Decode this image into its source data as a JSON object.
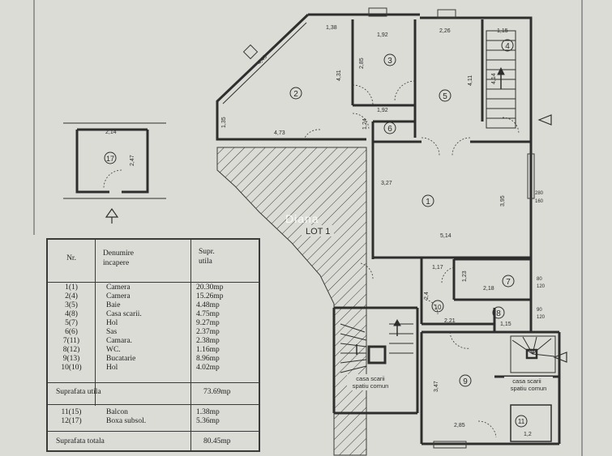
{
  "watermark": "Diana",
  "lot_label": "LOT 1",
  "rooms": {
    "r1": "1",
    "r2": "2",
    "r3": "3",
    "r4": "4",
    "r5": "5",
    "r6": "6",
    "r7": "7",
    "r8": "8",
    "r9": "9",
    "r10": "10",
    "r11": "11",
    "r17": "17"
  },
  "dimensions": {
    "d1_38": "1,38",
    "d1_92a": "1,92",
    "d2_26": "2,26",
    "d1_15a": "1,15",
    "d4_49": "4,49",
    "d4_31": "4,31",
    "d2_85a": "2,85",
    "d4_11": "4,11",
    "d4_14": "4,14",
    "d1_92b": "1,92",
    "d1_35": "1,35",
    "d4_73": "4,73",
    "d1_24": "1,24",
    "d3_27": "3,27",
    "d3_95": "3,95",
    "d5_14": "5,14",
    "d1_17": "1,17",
    "d1_23": "1,23",
    "d2_4": "2,4",
    "d2_18": "2,18",
    "d2_21": "2,21",
    "d1_15b": "1,15",
    "d3_47": "3,47",
    "d2_85b": "2,85",
    "d1_2": "1,2",
    "d2_14": "2,14",
    "d2_47": "2,47",
    "w280": "280",
    "w160": "160",
    "w80": "80",
    "w120": "120",
    "w90": "90",
    "w120b": "120"
  },
  "labels": {
    "stair_common_1": "casa scarii",
    "stair_common_2": "spatiu comun",
    "stair_common_3": "casa scarii",
    "stair_common_4": "spatiu comun"
  },
  "table": {
    "col_nr": "Nr.",
    "col_name_1": "Denumire",
    "col_name_2": "incapere",
    "col_area_1": "Supr.",
    "col_area_2": "utila",
    "rows": [
      {
        "nr": "1(1)",
        "name": "Camera",
        "area": "20.30mp"
      },
      {
        "nr": "2(4)",
        "name": "Camera",
        "area": "15.26mp"
      },
      {
        "nr": "3(5)",
        "name": "Baie",
        "area": "4.48mp"
      },
      {
        "nr": "4(8)",
        "name": "Casa scarii.",
        "area": "4.75mp"
      },
      {
        "nr": "5(7)",
        "name": "Hol",
        "area": "9.27mp"
      },
      {
        "nr": "6(6)",
        "name": "Sas",
        "area": "2.37mp"
      },
      {
        "nr": "7(11)",
        "name": "Camara.",
        "area": "2.38mp"
      },
      {
        "nr": "8(12)",
        "name": "WC.",
        "area": "1.16mp"
      },
      {
        "nr": "9(13)",
        "name": "Bucatarie",
        "area": "8.96mp"
      },
      {
        "nr": "10(10)",
        "name": "Hol",
        "area": "4.02mp"
      }
    ],
    "useful_label": "Suprafata utila",
    "useful_value": "73.69mp",
    "extra_rows": [
      {
        "nr": "11(15)",
        "name": "Balcon",
        "area": "1.38mp"
      },
      {
        "nr": "12(17)",
        "name": "Boxa subsol.",
        "area": "5.36mp"
      }
    ],
    "total_label": "Suprafata totala",
    "total_value": "80.45mp"
  }
}
